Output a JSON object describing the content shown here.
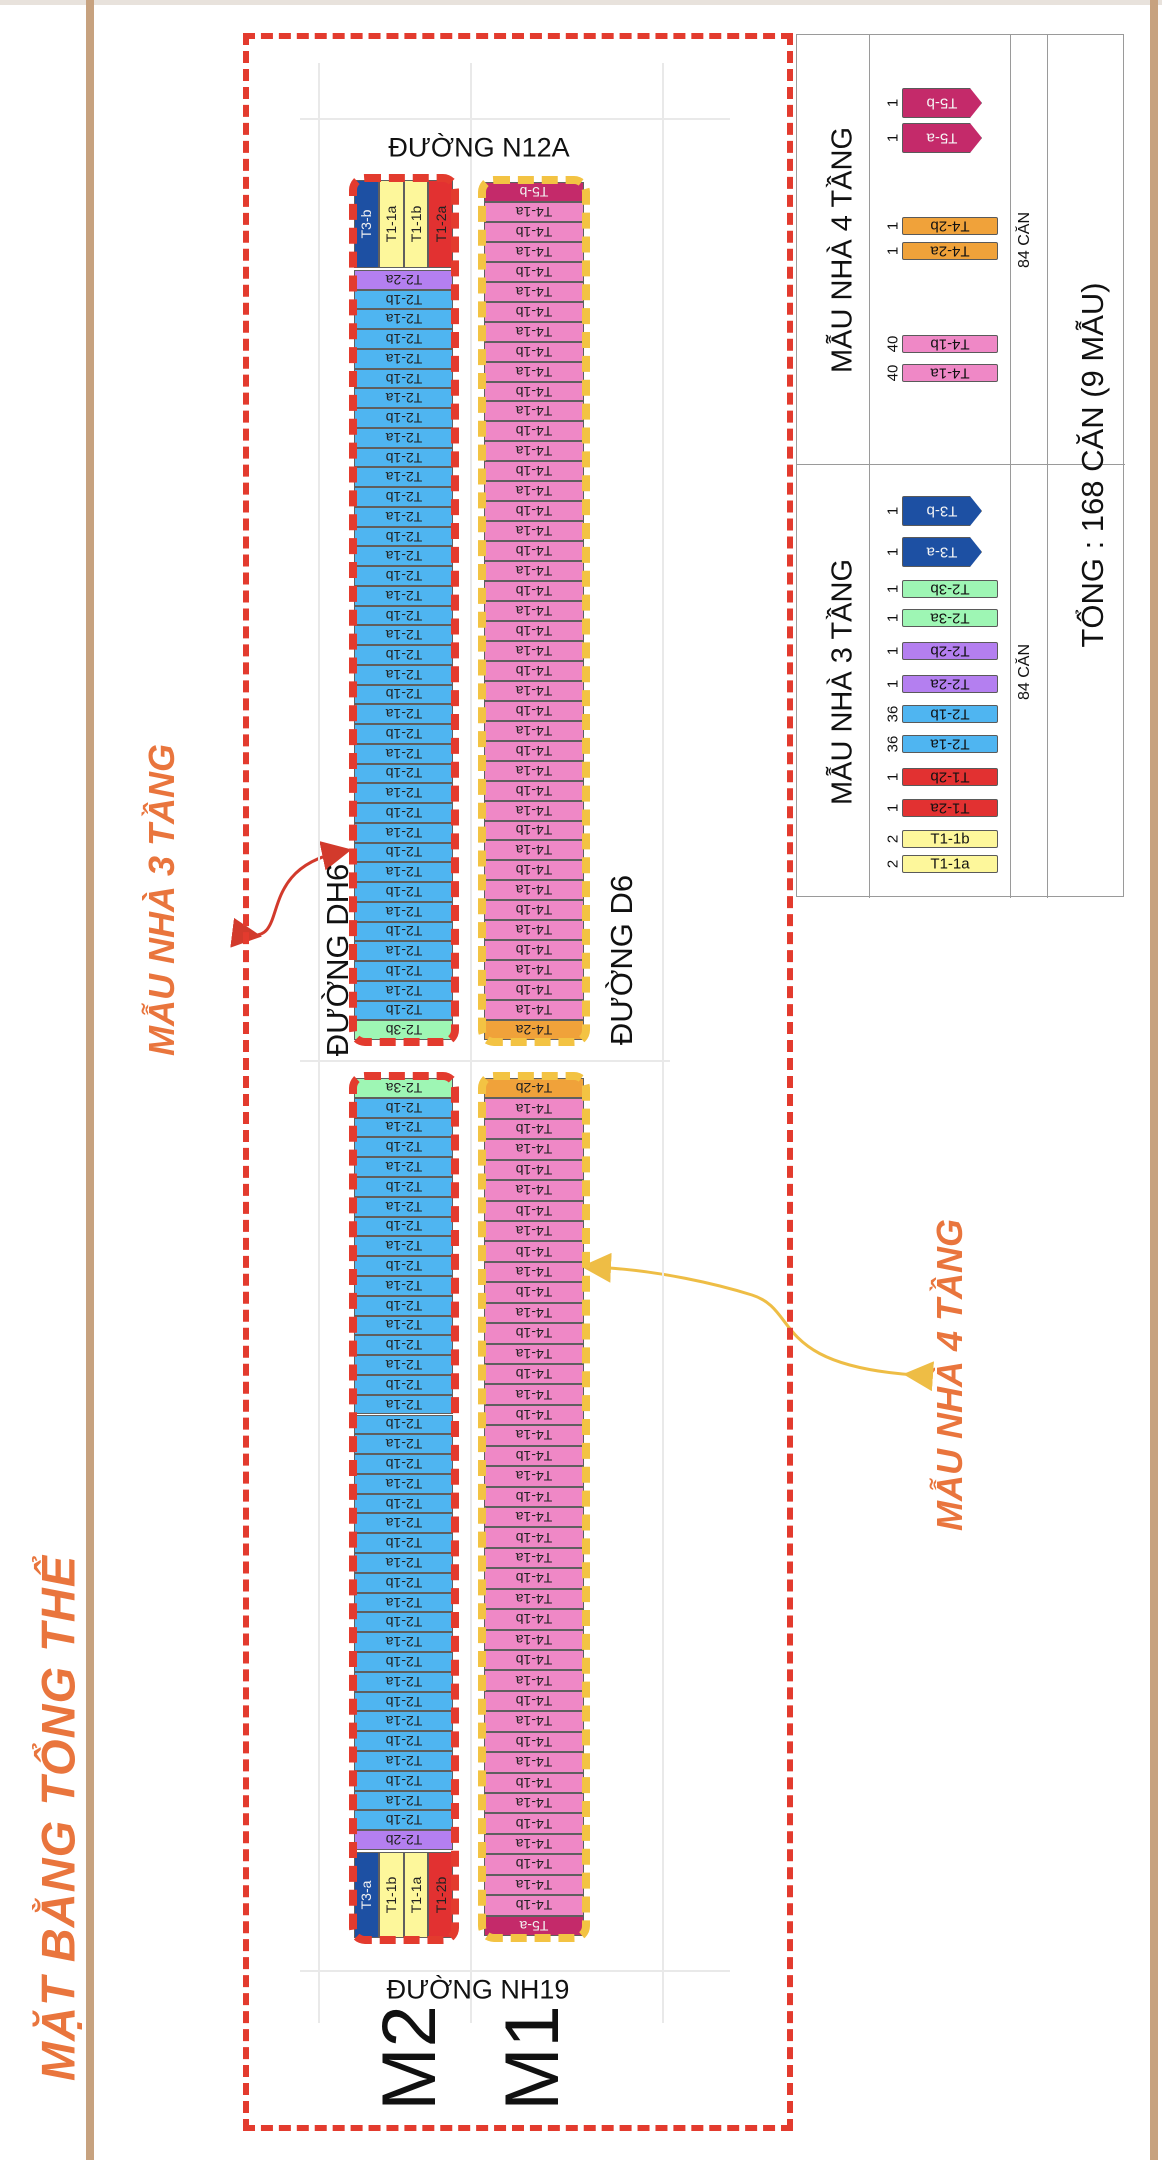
{
  "title": "MẶT BẰNG TỔNG THỂ",
  "callouts": {
    "three_story": "MẪU NHÀ 3 TẦNG",
    "four_story": "MẪU NHÀ 4 TẦNG"
  },
  "roads": {
    "top": "ĐƯỜNG N12A",
    "bottom": "ĐƯỜNG NH19",
    "left": "ĐƯỜNG DH6",
    "right": "ĐƯỜNG D6"
  },
  "blocks": {
    "m2": "M2",
    "m1": "M1"
  },
  "colors": {
    "T1-1a": "#fdf79b",
    "T1-1b": "#fdf79b",
    "T1-2a": "#e23131",
    "T1-2b": "#e23131",
    "T2-1a": "#4fb5f1",
    "T2-1b": "#4fb5f1",
    "T2-2a": "#b47ff0",
    "T2-2b": "#b47ff0",
    "T2-3a": "#9ef6b4",
    "T2-3b": "#9ef6b4",
    "T3-a": "#1d50a3",
    "T3-b": "#1d50a3",
    "T4-1a": "#ef88c6",
    "T4-1b": "#ef88c6",
    "T4-2a": "#f0a23a",
    "T4-2b": "#f0a23a",
    "T5-a": "#c42a6a",
    "T5-b": "#c42a6a"
  },
  "m2_corner_top": [
    "T3-b",
    "T1-1a",
    "T1-1b",
    "T1-2a"
  ],
  "m2_corner_bottom": [
    "T3-a",
    "T1-1b",
    "T1-1a",
    "T1-2b"
  ],
  "m2_upper": [
    "T2-2a",
    "T2-1b",
    "T2-1a",
    "T2-1b",
    "T2-1a",
    "T2-1b",
    "T2-1a",
    "T2-1b",
    "T2-1a",
    "T2-1b",
    "T2-1a",
    "T2-1b",
    "T2-1a",
    "T2-1b",
    "T2-1a",
    "T2-1b",
    "T2-1a",
    "T2-1b",
    "T2-1a",
    "T2-1b",
    "T2-1a",
    "T2-1b",
    "T2-1a",
    "T2-1b",
    "T2-1a",
    "T2-1b",
    "T2-1a",
    "T2-1b",
    "T2-1a",
    "T2-1b",
    "T2-1a",
    "T2-1b",
    "T2-1a",
    "T2-1b",
    "T2-1a",
    "T2-1b",
    "T2-1a",
    "T2-1b",
    "T2-3b"
  ],
  "m2_lower": [
    "T2-3a",
    "T2-1b",
    "T2-1a",
    "T2-1b",
    "T2-1a",
    "T2-1b",
    "T2-1a",
    "T2-1b",
    "T2-1a",
    "T2-1b",
    "T2-1a",
    "T2-1b",
    "T2-1a",
    "T2-1b",
    "T2-1a",
    "T2-1b",
    "T2-1a",
    "T2-1b",
    "T2-1a",
    "T2-1b",
    "T2-1a",
    "T2-1b",
    "T2-1a",
    "T2-1b",
    "T2-1a",
    "T2-1b",
    "T2-1a",
    "T2-1b",
    "T2-1a",
    "T2-1b",
    "T2-1a",
    "T2-1b",
    "T2-1a",
    "T2-1b",
    "T2-1a",
    "T2-1b",
    "T2-1a",
    "T2-1b",
    "T2-2b"
  ],
  "m1_upper": [
    "T5-b",
    "T4-1a",
    "T4-1b",
    "T4-1a",
    "T4-1b",
    "T4-1a",
    "T4-1b",
    "T4-1a",
    "T4-1b",
    "T4-1a",
    "T4-1b",
    "T4-1a",
    "T4-1b",
    "T4-1a",
    "T4-1b",
    "T4-1a",
    "T4-1b",
    "T4-1a",
    "T4-1b",
    "T4-1a",
    "T4-1b",
    "T4-1a",
    "T4-1b",
    "T4-1a",
    "T4-1b",
    "T4-1a",
    "T4-1b",
    "T4-1a",
    "T4-1b",
    "T4-1a",
    "T4-1b",
    "T4-1a",
    "T4-1b",
    "T4-1a",
    "T4-1b",
    "T4-1a",
    "T4-1b",
    "T4-1a",
    "T4-1b",
    "T4-1a",
    "T4-1b",
    "T4-1a",
    "T4-2a"
  ],
  "m1_lower": [
    "T4-2b",
    "T4-1a",
    "T4-1b",
    "T4-1a",
    "T4-1b",
    "T4-1a",
    "T4-1b",
    "T4-1a",
    "T4-1b",
    "T4-1a",
    "T4-1b",
    "T4-1a",
    "T4-1b",
    "T4-1a",
    "T4-1b",
    "T4-1a",
    "T4-1b",
    "T4-1a",
    "T4-1b",
    "T4-1a",
    "T4-1b",
    "T4-1a",
    "T4-1b",
    "T4-1a",
    "T4-1b",
    "T4-1a",
    "T4-1b",
    "T4-1a",
    "T4-1b",
    "T4-1a",
    "T4-1b",
    "T4-1a",
    "T4-1b",
    "T4-1a",
    "T4-1b",
    "T4-1a",
    "T4-1b",
    "T4-1a",
    "T4-1b",
    "T4-1a",
    "T4-1b",
    "T5-a"
  ],
  "legend": {
    "four_story": {
      "title": "MẪU NHÀ 4 TẦNG",
      "count": "84 CĂN",
      "items": [
        {
          "label": "T5-b",
          "qty": "1"
        },
        {
          "label": "T5-a",
          "qty": "1"
        },
        {
          "label": "T4-2b",
          "qty": "1"
        },
        {
          "label": "T4-2a",
          "qty": "1"
        },
        {
          "label": "T4-1b",
          "qty": "40"
        },
        {
          "label": "T4-1a",
          "qty": "40"
        }
      ]
    },
    "three_story": {
      "title": "MẪU NHÀ 3 TẦNG",
      "count": "84 CĂN",
      "items": [
        {
          "label": "T3-b",
          "qty": "1"
        },
        {
          "label": "T3-a",
          "qty": "1"
        },
        {
          "label": "T2-3b",
          "qty": "1"
        },
        {
          "label": "T2-3a",
          "qty": "1"
        },
        {
          "label": "T2-2b",
          "qty": "1"
        },
        {
          "label": "T2-2a",
          "qty": "1"
        },
        {
          "label": "T2-1b",
          "qty": "36"
        },
        {
          "label": "T2-1a",
          "qty": "36"
        },
        {
          "label": "T1-2b",
          "qty": "1"
        },
        {
          "label": "T1-2a",
          "qty": "1"
        },
        {
          "label": "T1-1b",
          "qty": "2"
        },
        {
          "label": "T1-1a",
          "qty": "2"
        }
      ]
    },
    "total": "TỔNG : 168 CĂN (9 MẪU)"
  }
}
